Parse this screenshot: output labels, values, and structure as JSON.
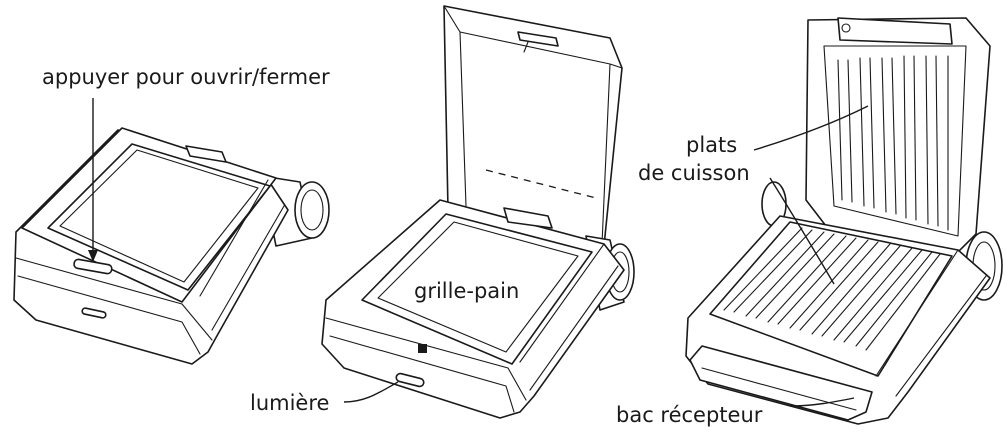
{
  "labels": {
    "open_close": "appuyer pour ouvrir/fermer",
    "toaster": "grille-pain",
    "light": "lumière",
    "plates_line1": "plats",
    "plates_line2": "de cuisson",
    "drip_tray": "bac récepteur"
  }
}
